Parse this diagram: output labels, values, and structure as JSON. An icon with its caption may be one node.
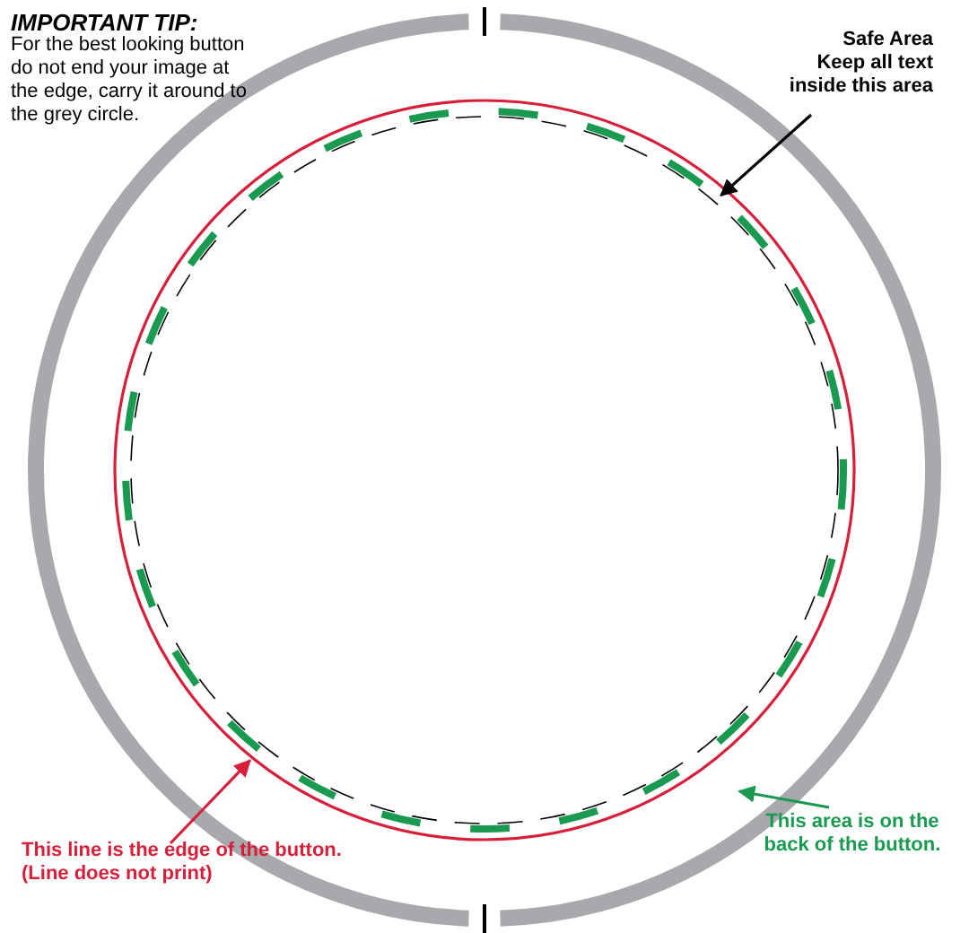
{
  "diagram": {
    "nodes": [
      {
        "text": [
          "Safe Area",
          "Keep all text inside this area"
        ]
      },
      {
        "text": [],
        "shape": "circle"
      },
      {
        "text": [
          "This line is the edge of the button.",
          "(Line does not print)"
        ]
      },
      {
        "text": [],
        "shape": "circle"
      },
      {
        "text": [
          "This area is on the back of the button."
        ]
      }
    ],
    "edges": [
      {
        "from": 0,
        "to": 1,
        "arrow": "to",
        "color": "#000000"
      },
      {
        "from": 2,
        "to": 3,
        "arrow": "to",
        "color": "#d71f3a"
      },
      {
        "from": 4,
        "to": null,
        "arrow": "to",
        "color": "#1a9a50"
      }
    ],
    "labels": [
      "IMPORTANT TIP:",
      "For the best looking button do not end your image at the edge, carry it around to the grey circle."
    ]
  }
}
